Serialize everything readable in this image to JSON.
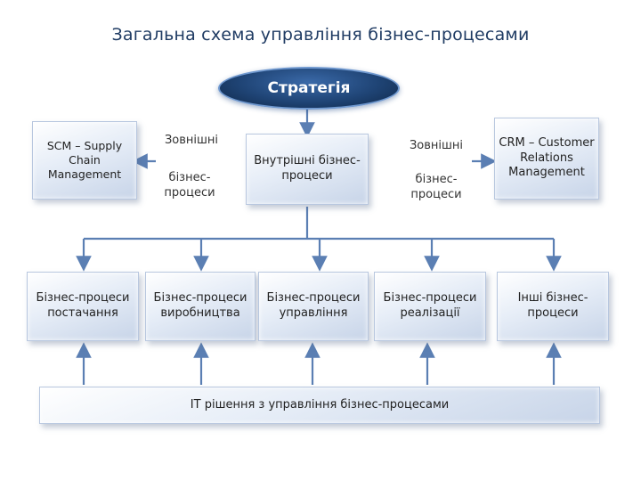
{
  "title": "Загальна схема управління бізнес-процесами",
  "strategy": "Стратегія",
  "scm": "SCM – Supply Chain Management",
  "external_left_top": "Зовнішні",
  "external_left_bottom": "бізнес-процеси",
  "internal": "Внутрішні бізнес-процеси",
  "external_right_top": "Зовнішні",
  "external_right_bottom": "бізнес-процеси",
  "crm": "CRM – Customer Relations Management",
  "processes": [
    "Бізнес-процеси постачання",
    "Бізнес-процеси виробництва",
    "Бізнес-процеси управління",
    "Бізнес-процеси реалізації",
    "Інші бізнес-процеси"
  ],
  "it": "IT рішення з управління бізнес-процесами",
  "colors": {
    "arrow": "#5b7fb3",
    "strategy_fill": "#1f4475",
    "box_border": "#b8c7df",
    "title": "#1f3b63"
  }
}
